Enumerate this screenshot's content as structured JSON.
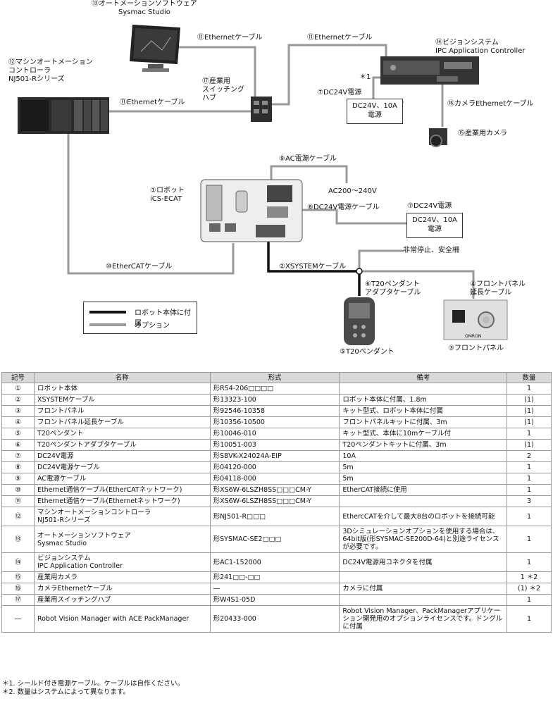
{
  "diagram": {
    "labels": {
      "studio": "⑬オートメーションソフトウェア\nSysmac Studio",
      "controller": "⑫マシンオートメーション\nコントローラ\nNJ501-Rシリーズ",
      "eth_top1": "⑪Ethernetケーブル",
      "eth_top2": "⑪Ethernetケーブル",
      "eth_ctrl": "⑪Ethernetケーブル",
      "switch": "⑰産業用\nスイッチング\nハブ",
      "vision": "⑭ビジョンシステム\nIPC Application Controller",
      "note1": "＊1",
      "dc24_vision": "⑦DC24V電源",
      "dc24_box1": "DC24V、10A\n電源",
      "cam_cable": "⑯カメラEthernetケーブル",
      "camera": "⑮産業用カメラ",
      "ac_cable": "⑨AC電源ケーブル",
      "ac_volt": "AC200～240V",
      "robot": "①ロボット\niCS-ECAT",
      "dc24_cable": "⑧DC24V電源ケーブル",
      "dc24_robot": "⑦DC24V電源",
      "dc24_box2": "DC24V、10A\n電源",
      "estop": "非常停止、安全柵",
      "xsystem": "②XSYSTEMケーブル",
      "ethercat": "⑩EtherCATケーブル",
      "t20_adapter": "⑥T20ペンダント\nアダプタケーブル",
      "front_ext": "④フロントパネル\n延長ケーブル",
      "t20": "⑤T20ペンダント",
      "front_panel": "③フロントパネル",
      "panel_brand": "OMRON"
    },
    "legend": {
      "included": "ロボット本体に付属",
      "option": "オプション",
      "included_color": "#111111",
      "option_color": "#999999"
    }
  },
  "table": {
    "headers": [
      "記号",
      "名称",
      "形式",
      "備考",
      "数量"
    ],
    "rows": [
      [
        "①",
        "ロボット本体",
        "形RS4-206□□□□",
        "",
        "1"
      ],
      [
        "②",
        "XSYSTEMケーブル",
        "形13323-100",
        "ロボット本体に付属、1.8m",
        "(1)"
      ],
      [
        "③",
        "フロントパネル",
        "形92546-10358",
        "キット型式、ロボット本体に付属",
        "(1)"
      ],
      [
        "④",
        "フロントパネル延長ケーブル",
        "形10356-10500",
        "フロントパネルキットに付属、3m",
        "(1)"
      ],
      [
        "⑤",
        "T20ペンダント",
        "形10046-010",
        "キット型式、本体に10mケーブル付",
        "1"
      ],
      [
        "⑥",
        "T20ペンダントアダプタケーブル",
        "形10051-003",
        "T20ペンダントキットに付属、3m",
        "(1)"
      ],
      [
        "⑦",
        "DC24V電源",
        "形S8VK-X24024A-EIP",
        "10A",
        "2"
      ],
      [
        "⑧",
        "DC24V電源ケーブル",
        "形04120-000",
        "5m",
        "1"
      ],
      [
        "⑨",
        "AC電源ケーブル",
        "形04118-000",
        "5m",
        "1"
      ],
      [
        "⑩",
        "Ethernet通信ケーブル(EtherCATネットワーク)",
        "形XS6W-6LSZH8SS□□□CM-Y",
        "EtherCAT接続に使用",
        "1"
      ],
      [
        "⑪",
        "Ethernet通信ケーブル(Ethernetネットワーク)",
        "形XS6W-6LSZH8SS□□□CM-Y",
        "",
        "3"
      ],
      [
        "⑫",
        "マシンオートメーションコントローラ\nNJ501-Rシリーズ",
        "形NJ501-R□□□",
        "EthercCATを介して最大8台のロボットを接続可能",
        "1"
      ],
      [
        "⑬",
        "オートメーションソフトウェア\nSysmac Studio",
        "形SYSMAC-SE2□□□",
        "3Dシミュレーションオプションを使用する場合は、64bit版(形SYSMAC-SE200D-64)と別途ライセンスが必要です。",
        "1"
      ],
      [
        "⑭",
        "ビジョンシステム\nIPC Application Controller",
        "形AC1-152000",
        "DC24V電源用コネクタを付属",
        "1"
      ],
      [
        "⑮",
        "産業用カメラ",
        "形241□□-□□",
        "",
        "1 ＊2"
      ],
      [
        "⑯",
        "カメラEthernetケーブル",
        "―",
        "カメラに付属",
        "(1) ＊2"
      ],
      [
        "⑰",
        "産業用スイッチングハブ",
        "形W4S1-05D",
        "",
        "1"
      ],
      [
        "―",
        "Robot Vision Manager with ACE PackManager",
        "形20433-000",
        "Robot Vision Manager、PackManagerアプリケーション開発用のオプションライセンスです。ドングルに付属",
        "1"
      ]
    ]
  },
  "footnotes": [
    "＊1. シールド付き電源ケーブル。ケーブルは自作ください。",
    "＊2. 数量はシステムによって異なります。"
  ]
}
